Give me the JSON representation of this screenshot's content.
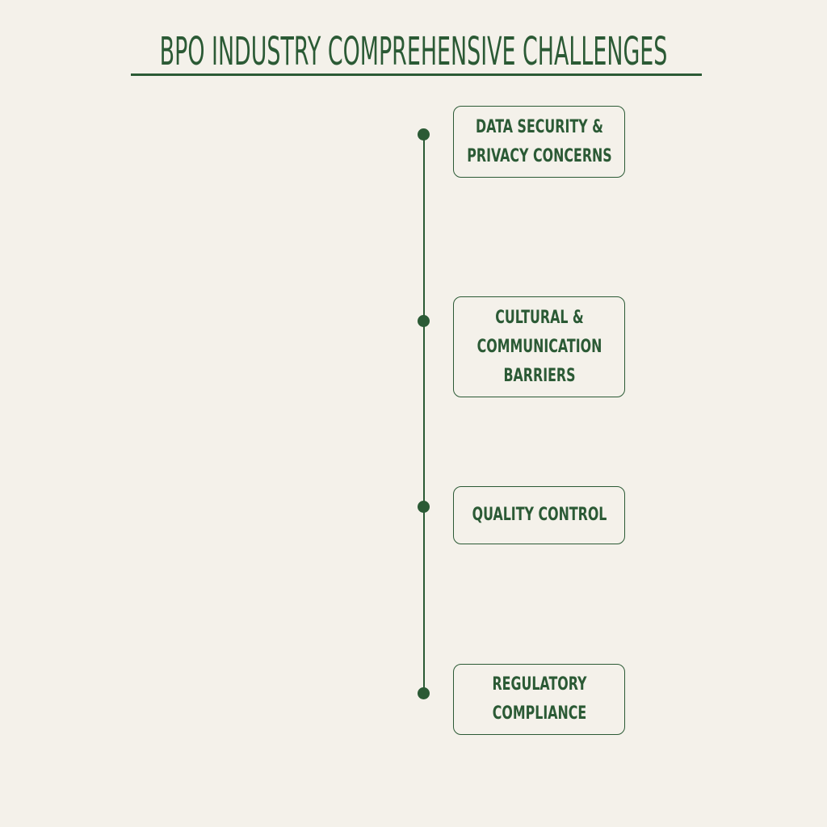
{
  "title": "BPO INDUSTRY COMPREHENSIVE CHALLENGES",
  "colors": {
    "background": "#f4f1ea",
    "accent": "#2b5a35"
  },
  "timeline": {
    "items": [
      {
        "label": "DATA SECURITY &\nPRIVACY CONCERNS"
      },
      {
        "label": "CULTURAL &\nCOMMUNICATION\nBARRIERS"
      },
      {
        "label": "QUALITY CONTROL"
      },
      {
        "label": "REGULATORY\nCOMPLIANCE"
      }
    ]
  }
}
